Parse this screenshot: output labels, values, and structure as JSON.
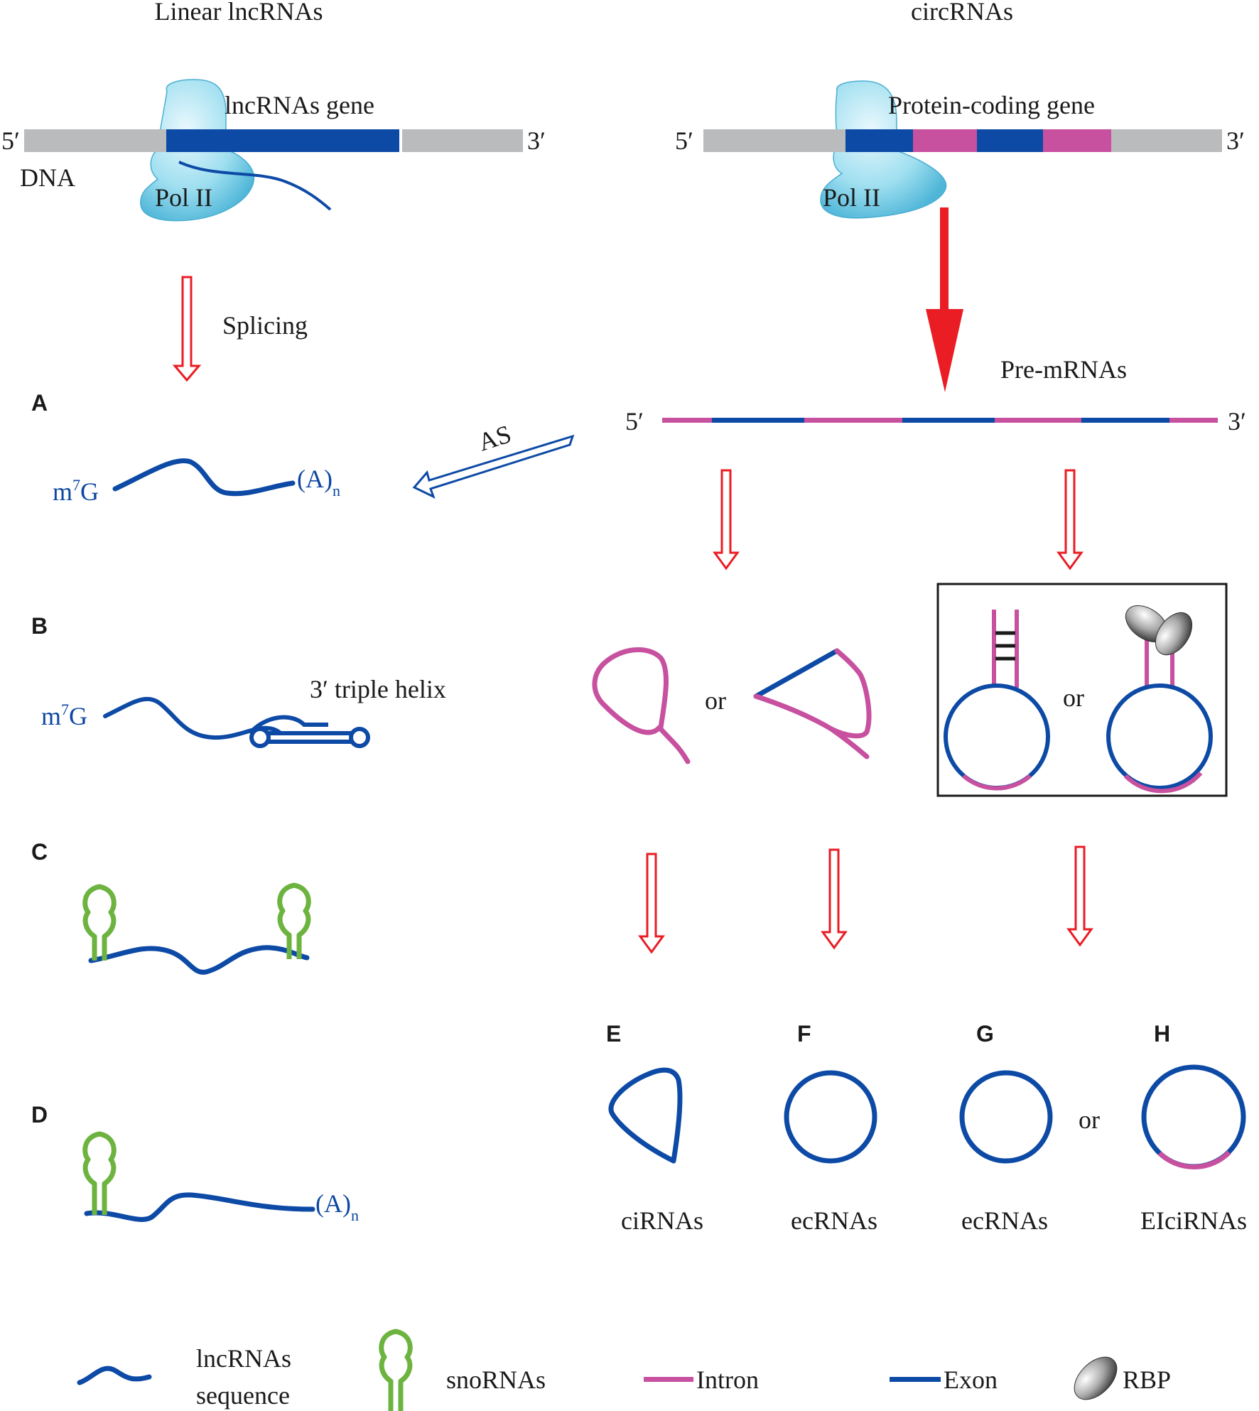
{
  "headers": {
    "linear": "Linear lncRNAs",
    "circ": "circRNAs"
  },
  "colors": {
    "exon": "#0d4aa6",
    "intron": "#c7509f",
    "gray": "#babbbd",
    "red": "#ea1c24",
    "sno": "#6db33f",
    "pol": "#8fd9ec"
  },
  "left_gene": {
    "five": "5′",
    "three": "3′",
    "gene_label": "lncRNAs gene",
    "dna": "DNA",
    "pol": "Pol II"
  },
  "right_gene": {
    "five": "5′",
    "three": "3′",
    "gene_label": "Protein-coding gene",
    "pol": "Pol II"
  },
  "splicing": "Splicing",
  "pre": {
    "label": "Pre-mRNAs",
    "five": "5′",
    "three": "3′"
  },
  "as_label": "AS",
  "panels": {
    "A": "A",
    "B": "B",
    "C": "C",
    "D": "D",
    "E": "E",
    "F": "F",
    "G": "G",
    "H": "H"
  },
  "lnc": {
    "a_m7g_m": "m",
    "a_m7g_sup": "7",
    "a_m7g_g": "G",
    "a_an": "(A)",
    "a_an_sub": "n",
    "b_m7g_m": "m",
    "b_m7g_sup": "7",
    "b_m7g_g": "G",
    "b_helix": "3′ triple helix",
    "d_an": "(A)",
    "d_an_sub": "n"
  },
  "or": {
    "mid": "or",
    "box": "or",
    "gh": "or"
  },
  "circ_names": {
    "e": "ciRNAs",
    "f": "ecRNAs",
    "g": "ecRNAs",
    "h": "EIciRNAs"
  },
  "legend": {
    "lnc1": "lncRNAs",
    "lnc2": "sequence",
    "sno": "snoRNAs",
    "intron": "Intron",
    "exon": "Exon",
    "rbp": "RBP"
  }
}
